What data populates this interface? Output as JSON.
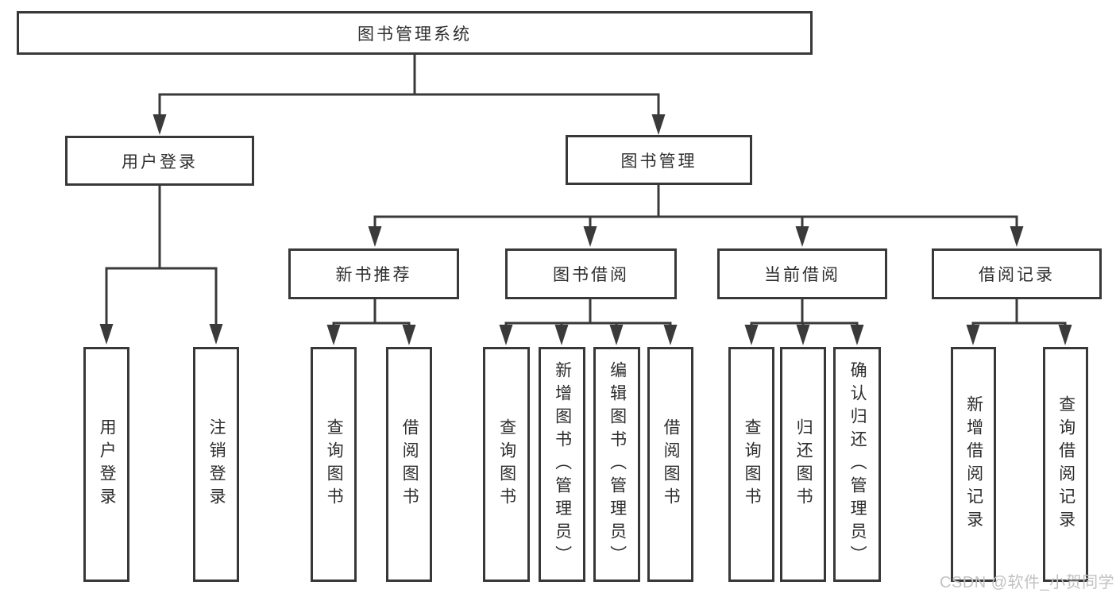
{
  "tree": {
    "label": "图书管理系统",
    "children": [
      {
        "label": "用户登录",
        "children": [
          {
            "label": "用户登录"
          },
          {
            "label": "注销登录"
          }
        ]
      },
      {
        "label": "图书管理",
        "children": [
          {
            "label": "新书推荐",
            "children": [
              {
                "label": "查询图书"
              },
              {
                "label": "借阅图书"
              }
            ]
          },
          {
            "label": "图书借阅",
            "children": [
              {
                "label": "查询图书"
              },
              {
                "label": "新增图书（管理员）"
              },
              {
                "label": "编辑图书（管理员）"
              },
              {
                "label": "借阅图书"
              }
            ]
          },
          {
            "label": "当前借阅",
            "children": [
              {
                "label": "查询图书"
              },
              {
                "label": "归还图书"
              },
              {
                "label": "确认归还（管理员）"
              }
            ]
          },
          {
            "label": "借阅记录",
            "children": [
              {
                "label": "新增借阅记录"
              },
              {
                "label": "查询借阅记录"
              }
            ]
          }
        ]
      }
    ]
  },
  "watermark": {
    "text": "CSDN @软件_小贺同学"
  },
  "colors": {
    "line": "#3a3a3a",
    "box_border": "#383838",
    "box_fill": "#ffffff",
    "text": "#2d2d2d",
    "watermark": "#c2c2c2"
  }
}
